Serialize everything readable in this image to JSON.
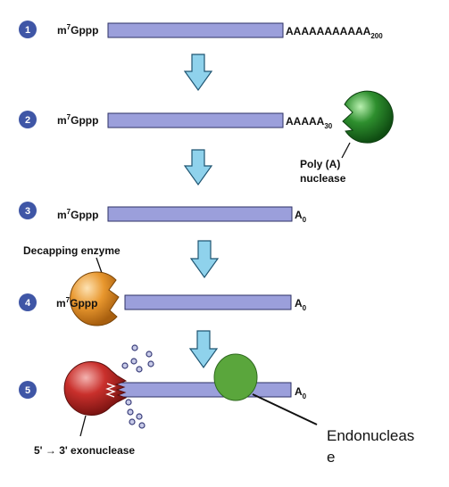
{
  "colors": {
    "step_badge": "#3f56a6",
    "mrna_fill": "#9b9fdb",
    "mrna_stroke": "#2e3166",
    "arrow_fill": "#8fd2ec",
    "arrow_stroke": "#1f5572",
    "poly_a_nuclease": "#2e8f2e",
    "decapping_enzyme": "#e8972e",
    "exonuclease": "#c9302c",
    "endonuclease": "#5aa63c",
    "nucleotide_dot_fill": "#c8cbe8",
    "nucleotide_dot_stroke": "#3a3e7a"
  },
  "steps": [
    {
      "number": "1",
      "cap_prefix": "m",
      "cap_sup": "7",
      "cap_suffix": "Gppp",
      "tail_main": "AAAAAAAAAAA",
      "tail_sub": "200"
    },
    {
      "number": "2",
      "cap_prefix": "m",
      "cap_sup": "7",
      "cap_suffix": "Gppp",
      "tail_main": "AAAAA",
      "tail_sub": "30"
    },
    {
      "number": "3",
      "cap_prefix": "m",
      "cap_sup": "7",
      "cap_suffix": "Gppp",
      "tail_main": "A",
      "tail_sub": "0"
    },
    {
      "number": "4",
      "cap_prefix": "m",
      "cap_sup": "7",
      "cap_suffix": "Gppp",
      "tail_main": "A",
      "tail_sub": "0"
    },
    {
      "number": "5",
      "tail_main": "A",
      "tail_sub": "0"
    }
  ],
  "labels": {
    "poly_a_nuclease_line1": "Poly (A)",
    "poly_a_nuclease_line2": "nuclease",
    "decapping_enzyme": "Decapping enzyme",
    "exonuclease": "5' → 3' exonuclease",
    "endonuclease_line1": "Endonucleas",
    "endonuclease_line2": "e"
  }
}
